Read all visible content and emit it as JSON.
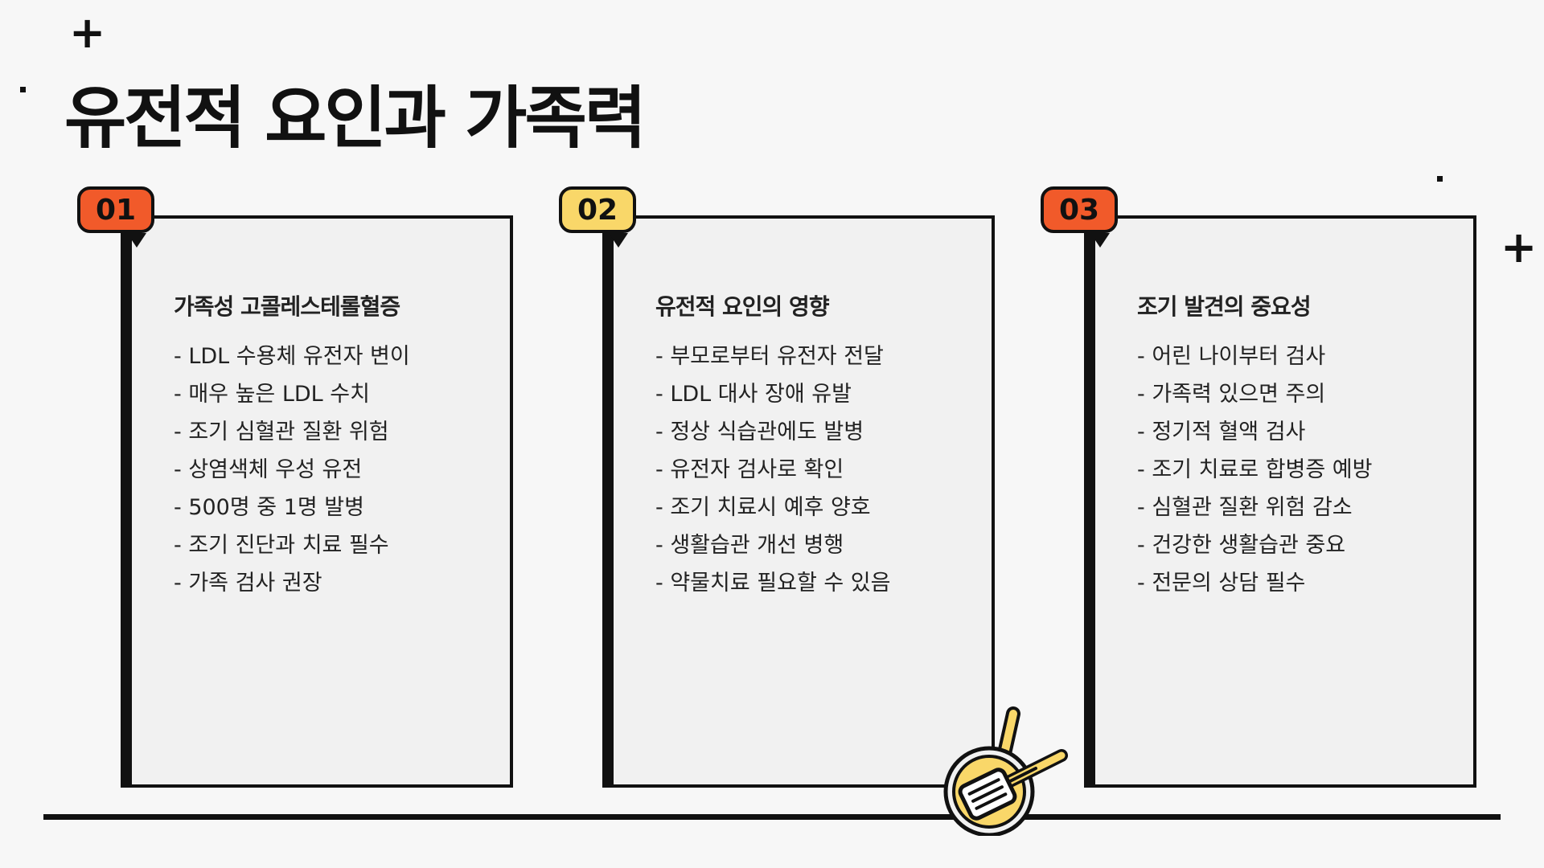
{
  "slide": {
    "title": "유전적 요인과 가족력"
  },
  "decorations": {
    "plus_icon": "plus-icon",
    "dot_icon": "dot-icon",
    "pan_icon": "frying-pan-icon"
  },
  "colors": {
    "orange": "#f15a2a",
    "yellow": "#f9d769",
    "ink": "#111111",
    "card_bg": "#f1f1f1",
    "page_bg": "#f7f7f7"
  },
  "cards": [
    {
      "number": "01",
      "heading": "가족성 고콜레스테롤혈증",
      "items": [
        "- LDL 수용체 유전자 변이",
        "- 매우 높은 LDL 수치",
        "- 조기 심혈관 질환 위험",
        "- 상염색체 우성 유전",
        "- 500명 중 1명 발병",
        "- 조기 진단과 치료 필수",
        "- 가족 검사 권장"
      ]
    },
    {
      "number": "02",
      "heading": "유전적 요인의 영향",
      "items": [
        "- 부모로부터 유전자 전달",
        "- LDL 대사 장애 유발",
        "- 정상 식습관에도 발병",
        "- 유전자 검사로 확인",
        "- 조기 치료시 예후 양호",
        "- 생활습관 개선 병행",
        "- 약물치료 필요할 수 있음"
      ]
    },
    {
      "number": "03",
      "heading": "조기 발견의 중요성",
      "items": [
        "- 어린 나이부터 검사",
        "- 가족력 있으면 주의",
        "- 정기적 혈액 검사",
        "- 조기 치료로 합병증 예방",
        "- 심혈관 질환 위험 감소",
        "- 건강한 생활습관 중요",
        "- 전문의 상담 필수"
      ]
    }
  ]
}
